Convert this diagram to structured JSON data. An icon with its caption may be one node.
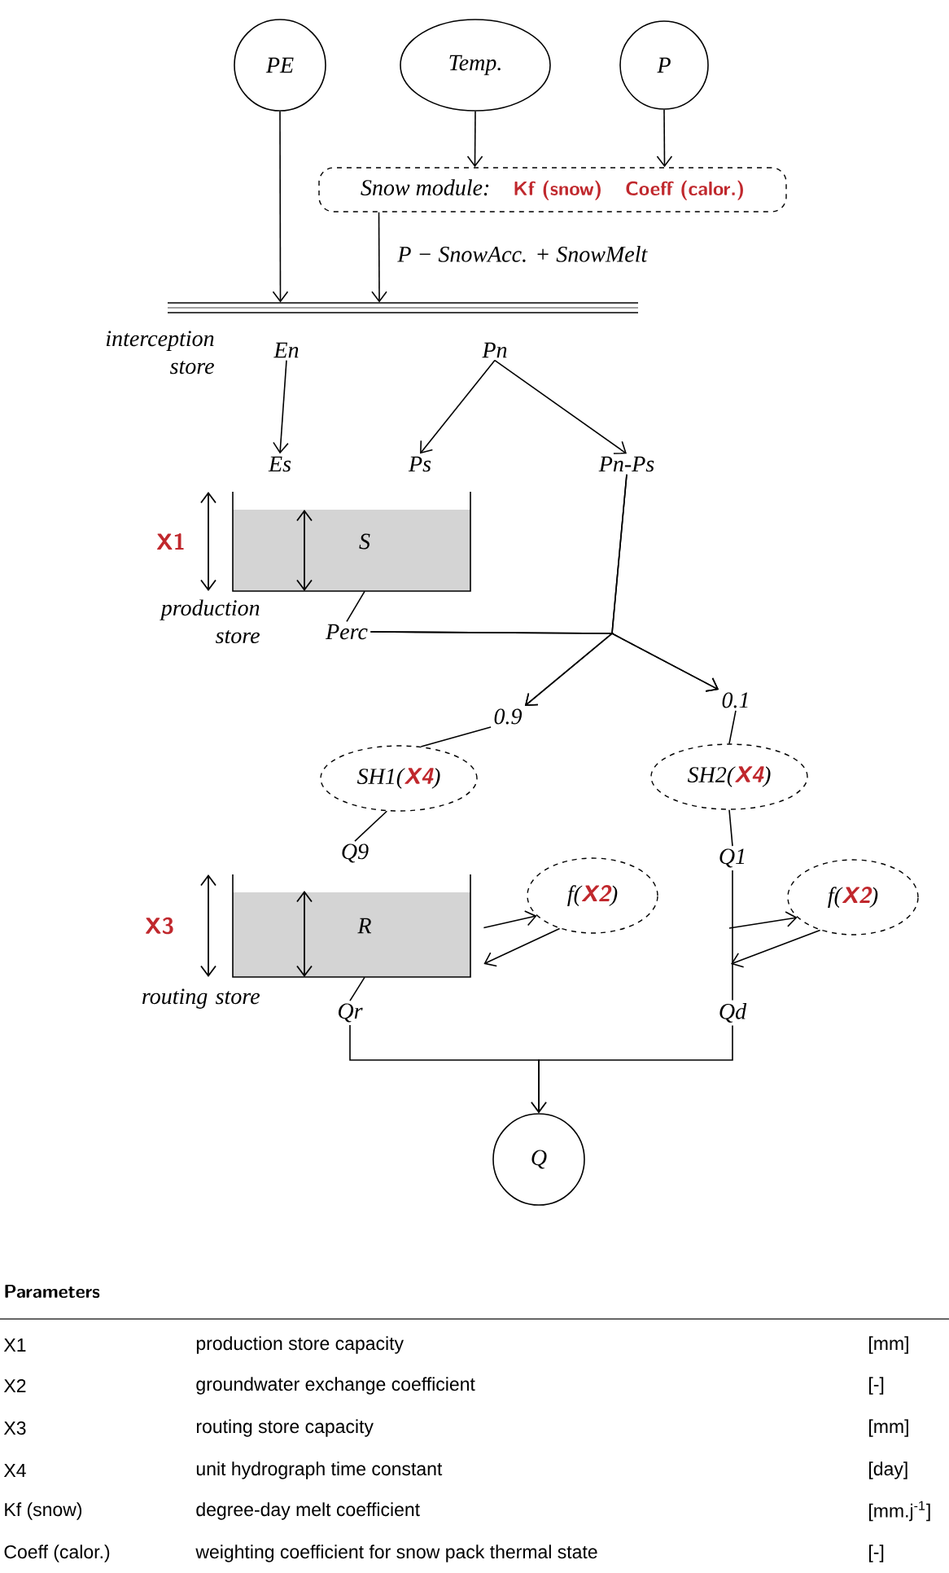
{
  "diagram": {
    "nodes": [
      {
        "text": [
          "PE"
        ]
      },
      {
        "text": [
          "Temp."
        ]
      },
      {
        "text": [
          "P"
        ]
      },
      {
        "text": [
          "Snow module:",
          "Kf (snow)",
          "Coeff (calor.)"
        ]
      },
      {
        "text": [],
        "shape": "bar",
        "beside": [
          "interception store"
        ]
      },
      {
        "text": [
          "En"
        ]
      },
      {
        "text": [
          "Pn"
        ]
      },
      {
        "text": [
          "Es"
        ]
      },
      {
        "text": [
          "Ps"
        ]
      },
      {
        "text": [
          "Pn-Ps"
        ]
      },
      {
        "text": [
          "S"
        ],
        "beside": [
          "production store"
        ]
      },
      {
        "text": [
          "Perc"
        ]
      },
      {
        "text": [
          "0.9"
        ]
      },
      {
        "text": [
          "0.1"
        ]
      },
      {
        "text": [
          "SH1(**X4**)"
        ]
      },
      {
        "text": [
          "SH2(**X4**)"
        ]
      },
      {
        "text": [
          "Q9"
        ]
      },
      {
        "text": [
          "Q1"
        ]
      },
      {
        "text": [
          "R"
        ],
        "beside": [
          "routing store"
        ]
      },
      {
        "text": [
          "f(**X2**)"
        ]
      },
      {
        "text": [
          "f(**X2**)"
        ]
      },
      {
        "text": [
          "Qr"
        ]
      },
      {
        "text": [
          "Qd"
        ]
      },
      {
        "text": [
          "Q"
        ]
      }
    ],
    "edges": [
      {
        "from": 0,
        "to": 4,
        "arrow": "to"
      },
      {
        "from": 1,
        "to": 3,
        "arrow": "to"
      },
      {
        "from": 2,
        "to": 3,
        "arrow": "to"
      },
      {
        "from": 3,
        "to": 4,
        "arrow": "to",
        "label": "P − SnowAcc. + SnowMelt"
      },
      {
        "from": 5,
        "to": 7,
        "arrow": "to"
      },
      {
        "from": 6,
        "to": 8,
        "arrow": "to"
      },
      {
        "from": 6,
        "to": 9,
        "arrow": "to"
      },
      {
        "from": 10,
        "to": 11,
        "arrow": "none"
      },
      {
        "from": 11,
        "to": 12,
        "arrow": "to"
      },
      {
        "from": 9,
        "to": 12,
        "arrow": "to"
      },
      {
        "from": 11,
        "to": 13,
        "arrow": "to"
      },
      {
        "from": 9,
        "to": 13,
        "arrow": "to"
      },
      {
        "from": 12,
        "to": 14,
        "arrow": "none"
      },
      {
        "from": 13,
        "to": 15,
        "arrow": "none"
      },
      {
        "from": 14,
        "to": 16,
        "arrow": "none"
      },
      {
        "from": 15,
        "to": 17,
        "arrow": "none"
      },
      {
        "from": 18,
        "to": 19,
        "arrow": "to"
      },
      {
        "from": 19,
        "to": 18,
        "arrow": "to"
      },
      {
        "from": 17,
        "to": 22,
        "arrow": "none"
      },
      {
        "from": null,
        "to": 20,
        "arrow": "to"
      },
      {
        "from": 20,
        "to": null,
        "arrow": "to"
      },
      {
        "from": 18,
        "to": 21,
        "arrow": "none"
      },
      {
        "from": 21,
        "to": 23,
        "arrow": "to"
      },
      {
        "from": 22,
        "to": 23,
        "arrow": "to"
      }
    ],
    "labels": [
      "X1",
      "X3",
      "Parameters",
      "X1",
      "production store capacity",
      "[mm]",
      "X2",
      "groundwater exchange coefficient",
      "[-]",
      "X3",
      "routing store capacity",
      "[mm]",
      "X4",
      "unit hydrograph time constant",
      "[day]",
      "Kf (snow)",
      "degree-day melt coefficient",
      "[mm.j$^{-1}$]",
      "Coeff (calor.)",
      "weighting coefficient for snow pack thermal state",
      "[-]"
    ]
  }
}
